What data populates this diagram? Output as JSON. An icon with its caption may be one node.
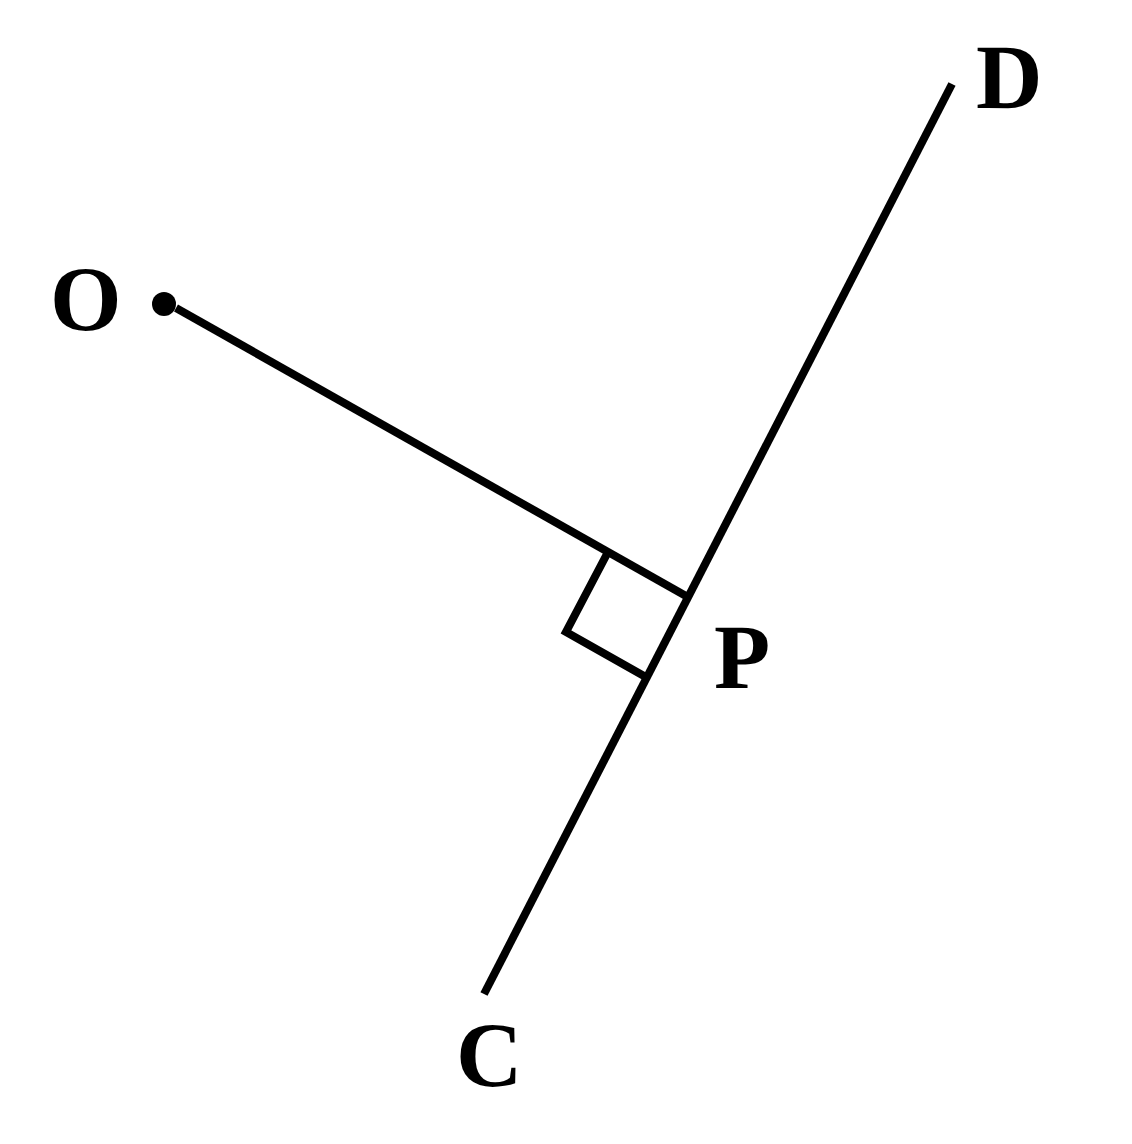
{
  "diagram": {
    "nodes": [
      {
        "text": [
          "O"
        ]
      },
      {
        "text": [
          "D"
        ]
      },
      {
        "text": [
          "P"
        ]
      },
      {
        "text": [
          "C"
        ]
      }
    ],
    "edges": [
      {
        "from": 0,
        "to": 2,
        "arrow": "none"
      },
      {
        "from": 3,
        "to": 1,
        "arrow": "none"
      }
    ]
  }
}
